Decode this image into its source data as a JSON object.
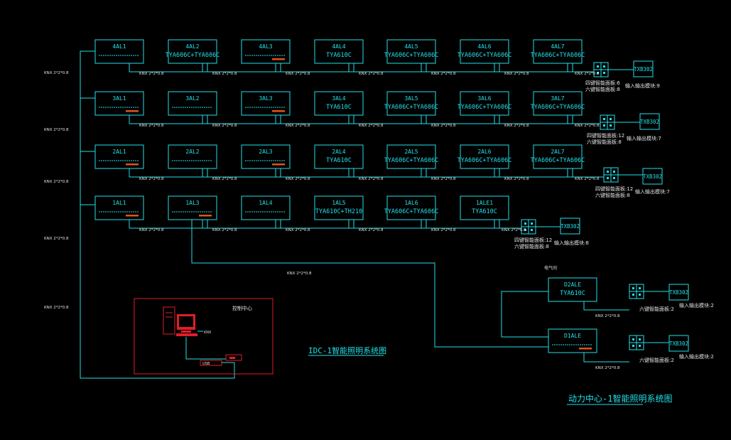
{
  "panels": {
    "r4": [
      {
        "name": "4AL1",
        "model": "",
        "mark": false
      },
      {
        "name": "4AL2",
        "model": "TYA606C+TYA606C",
        "mark": false
      },
      {
        "name": "4AL3",
        "model": "",
        "mark": true
      },
      {
        "name": "4AL4",
        "model": "TYA610C",
        "mark": false
      },
      {
        "name": "4AL5",
        "model": "TYA606C+TYA606C",
        "mark": false
      },
      {
        "name": "4AL6",
        "model": "TYA606C+TYA606C",
        "mark": false
      },
      {
        "name": "4AL7",
        "model": "TYA606C+TYA606C",
        "mark": false
      }
    ],
    "r3": [
      {
        "name": "3AL1",
        "model": "",
        "mark": true
      },
      {
        "name": "3AL2",
        "model": "",
        "mark": false
      },
      {
        "name": "3AL3",
        "model": "",
        "mark": true
      },
      {
        "name": "3AL4",
        "model": "TYA610C",
        "mark": false
      },
      {
        "name": "3AL5",
        "model": "TYA606C+TYA606C",
        "mark": false
      },
      {
        "name": "3AL6",
        "model": "TYA606C+TYA606C",
        "mark": false
      },
      {
        "name": "3AL7",
        "model": "TYA606C+TYA606C",
        "mark": false
      }
    ],
    "r2": [
      {
        "name": "2AL1",
        "model": "",
        "mark": true
      },
      {
        "name": "2AL2",
        "model": "",
        "mark": false
      },
      {
        "name": "2AL3",
        "model": "",
        "mark": true
      },
      {
        "name": "2AL4",
        "model": "TYA610C",
        "mark": false
      },
      {
        "name": "2AL5",
        "model": "TYA606C+TYA606C",
        "mark": false
      },
      {
        "name": "2AL6",
        "model": "TYA606C+TYA606C",
        "mark": false
      },
      {
        "name": "2AL7",
        "model": "TYA606C+TYA606C",
        "mark": false
      }
    ],
    "r1": [
      {
        "name": "1AL1",
        "model": "",
        "mark": true
      },
      {
        "name": "1AL3",
        "model": "",
        "mark": true
      },
      {
        "name": "1AL4",
        "model": "",
        "mark": false
      },
      {
        "name": "1AL5",
        "model": "TYA610C+TH210",
        "mark": false
      },
      {
        "name": "1AL6",
        "model": "TYA606C+TYA606C",
        "mark": false
      },
      {
        "name": "1ALE1",
        "model": "TYA610C",
        "mark": false
      }
    ],
    "d2": {
      "name": "D2ALE",
      "model": "TYA610C",
      "mark": false
    },
    "d1": {
      "name": "D1ALE",
      "model": "",
      "mark": true
    }
  },
  "cable": "KNX 2*2*0.8",
  "switch_label": "TXB302",
  "notes": {
    "r4": {
      "a": "四键智能面板:6",
      "b": "六键智能面板:8",
      "c": "输入输出模块:9"
    },
    "r3": {
      "a": "四键智能面板:12",
      "b": "六键智能面板:8",
      "c": "输入输出模块:7"
    },
    "r2": {
      "a": "四键智能面板:12",
      "b": "六键智能面板:8",
      "c": "输入输出模块:7"
    },
    "r1": {
      "a": "四键智能面板:12",
      "b": "六键智能面板:8",
      "c": "输入输出模块:8"
    },
    "d2": {
      "b": "六键智能面板:2",
      "c": "输入输出模块:2"
    },
    "d1": {
      "b": "六键智能面板:2",
      "c": "输入输出模块:2"
    }
  },
  "labels": {
    "control_room": "控制中心",
    "feed": "电气间",
    "interface": "USB",
    "title_idc": "IDC-1智能照明系统图",
    "title_main": "动力中心-1智能照明系统图"
  }
}
